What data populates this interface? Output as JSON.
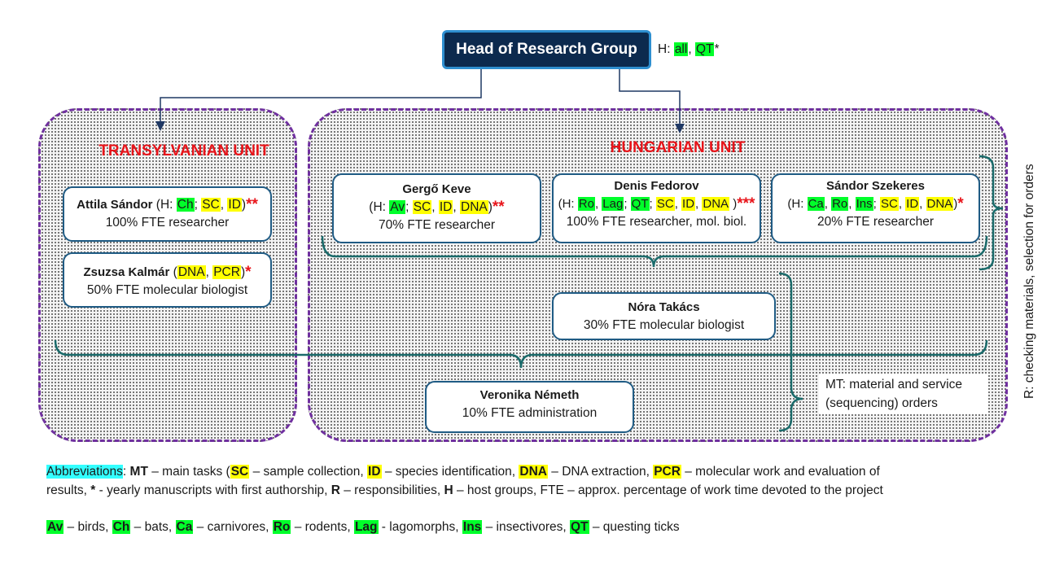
{
  "head": {
    "title": "Head of Research Group",
    "host_prefix": "H: ",
    "host_all": "all",
    "host_sep": ", ",
    "host_qt": "QT",
    "host_star": "*"
  },
  "units": {
    "transylvanian": "TRANSYLVANIAN UNIT",
    "hungarian": "HUNGARIAN UNIT"
  },
  "people": {
    "attila": {
      "name": "Attila Sándor",
      "pre": " (H: ",
      "t1": "Ch",
      "s1": "; ",
      "t2": "SC",
      "s2": ", ",
      "t3": "ID",
      "post": ")",
      "stars": "**",
      "role": "100% FTE researcher"
    },
    "zsuzsa": {
      "name": "Zsuzsa Kalmár",
      "pre": " (",
      "t1": "DNA",
      "s1": ", ",
      "t2": "PCR",
      "post": ")",
      "stars": "*",
      "role": "50% FTE molecular biologist"
    },
    "gergo": {
      "name": "Gergő Keve",
      "pre": "(H: ",
      "t1": "Av",
      "s1": "; ",
      "t2": "SC",
      "s2": ", ",
      "t3": "ID",
      "s3": ", ",
      "t4": "DNA",
      "post": ")",
      "stars": "**",
      "role": "70% FTE researcher"
    },
    "denis": {
      "name": "Denis Fedorov",
      "pre": "(H: ",
      "t1": "Ro",
      "s1": ", ",
      "t2": "Lag",
      "s2": "; ",
      "t3": "QT",
      "s3": "; ",
      "t4": "SC",
      "s4": ", ",
      "t5": "ID",
      "s5": ", ",
      "t6": "DNA",
      "post": " )",
      "stars": "***",
      "role": "100% FTE researcher, mol. biol."
    },
    "sandor": {
      "name": "Sándor Szekeres",
      "pre": "(H: ",
      "t1": "Ca",
      "s1": ", ",
      "t2": "Ro",
      "s2": ", ",
      "t3": "Ins",
      "s3": "; ",
      "t4": "SC",
      "s4": ", ",
      "t5": "ID",
      "s5": ", ",
      "t6": "DNA",
      "post": ")",
      "stars": "*",
      "role": "20% FTE researcher"
    },
    "nora": {
      "name": "Nóra Takács",
      "role": "30% FTE molecular biologist"
    },
    "veronika": {
      "name": "Veronika Németh",
      "role": "10% FTE administration"
    }
  },
  "mt_note": {
    "line1": "MT: material and service",
    "line2": "(sequencing) orders"
  },
  "side_note": "R: checking materials, selection for orders",
  "legend": {
    "abbr_label": "Abbreviations",
    "colon": ": ",
    "mt": "MT",
    "mt_text": " – main tasks (",
    "sc": "SC",
    "sc_text": " – sample collection, ",
    "id": "ID",
    "id_text": " – species identification, ",
    "dna": "DNA",
    "dna_text": " – DNA extraction, ",
    "pcr": "PCR",
    "pcr_text": " – molecular work and evaluation of",
    "line2a": "results, ",
    "star": "*",
    "star_text": " - yearly manuscripts with first authorship, ",
    "r": "R",
    "r_text": " – responsibilities, ",
    "h": "H",
    "h_text": " – host groups, FTE – approx. percentage of work time devoted to the project",
    "av": "Av",
    "av_text": " – birds, ",
    "ch": "Ch",
    "ch_text": " – bats, ",
    "ca": "Ca",
    "ca_text": " – carnivores, ",
    "ro": "Ro",
    "ro_text": " – rodents, ",
    "lag": "Lag",
    "lag_text": " - lagomorphs, ",
    "ins": "Ins",
    "ins_text": " – insectivores, ",
    "qt": "QT",
    "qt_text": " – questing ticks"
  },
  "colors": {
    "head_fill": "#0c2a4e",
    "box_border": "#1f5b84",
    "unit_border": "#7030a0",
    "title_red": "#e8141a",
    "highlight_green": "#00ff2a",
    "highlight_yellow": "#ffff00",
    "highlight_cyan": "#33ffff",
    "bracket_teal": "#1a6b6b"
  }
}
